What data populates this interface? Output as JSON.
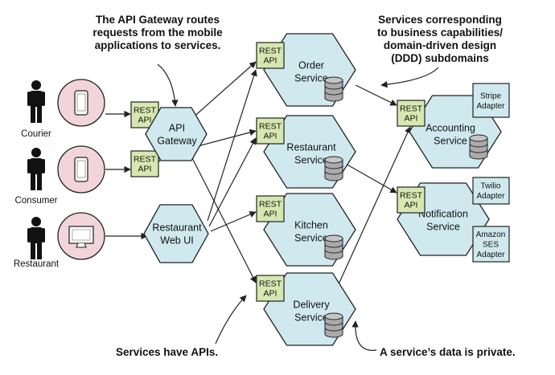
{
  "callouts": {
    "api_gateway": [
      "The API Gateway routes",
      "requests from the mobile",
      "applications to services."
    ],
    "ddd": [
      "Services corresponding",
      "to business capabilities/",
      "domain-driven design",
      "(DDD) subdomains"
    ],
    "apis": "Services have APIs.",
    "data_private": "A service’s data is private."
  },
  "actors": {
    "courier": "Courier",
    "consumer": "Consumer",
    "restaurant": "Restaurant"
  },
  "rest_api": [
    "REST",
    "API"
  ],
  "gateway": [
    "API",
    "Gateway"
  ],
  "web_ui": [
    "Restaurant",
    "Web UI"
  ],
  "services": {
    "order": [
      "Order",
      "Service"
    ],
    "restaurant": [
      "Restaurant",
      "Service"
    ],
    "kitchen": [
      "Kitchen",
      "Service"
    ],
    "delivery": [
      "Delivery",
      "Service"
    ],
    "accounting": [
      "Accounting",
      "Service"
    ],
    "notification": [
      "Notification",
      "Service"
    ]
  },
  "adapters": {
    "stripe": [
      "Stripe",
      "Adapter"
    ],
    "twilio": [
      "Twilio",
      "Adapter"
    ],
    "ses": [
      "Amazon",
      "SES",
      "Adapter"
    ]
  },
  "colors": {
    "service_fill": "#cfe9ef",
    "rest_fill": "#d6e8b0",
    "device_fill": "#f2d4dc",
    "adapter_fill": "#cfe9ef",
    "db_fill": "#aaaaaa",
    "stroke": "#222222"
  }
}
